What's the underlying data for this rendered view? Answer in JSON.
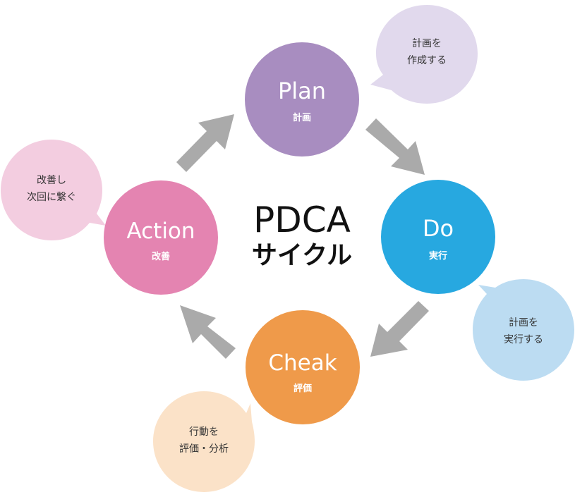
{
  "center": {
    "line1": "PDCA",
    "line2": "サイクル"
  },
  "phases": {
    "plan": {
      "title": "Plan",
      "subtitle": "計画",
      "color": "#a88dc0"
    },
    "do": {
      "title": "Do",
      "subtitle": "実行",
      "color": "#27a8e0"
    },
    "check": {
      "title": "Cheak",
      "subtitle": "評価",
      "color": "#ef9a4a"
    },
    "action": {
      "title": "Action",
      "subtitle": "改善",
      "color": "#e484b1"
    }
  },
  "bubbles": {
    "plan": {
      "line1": "計画を",
      "line2": "作成する",
      "color": "#e1d9ed"
    },
    "do": {
      "line1": "計画を",
      "line2": "実行する",
      "color": "#bcdcf2"
    },
    "check": {
      "line1": "行動を",
      "line2": "評価・分析",
      "color": "#fbe2c8"
    },
    "action": {
      "line1": "改善し",
      "line2": "次回に繋ぐ",
      "color": "#f3cde0"
    }
  },
  "arrow_color": "#aaaaaa"
}
